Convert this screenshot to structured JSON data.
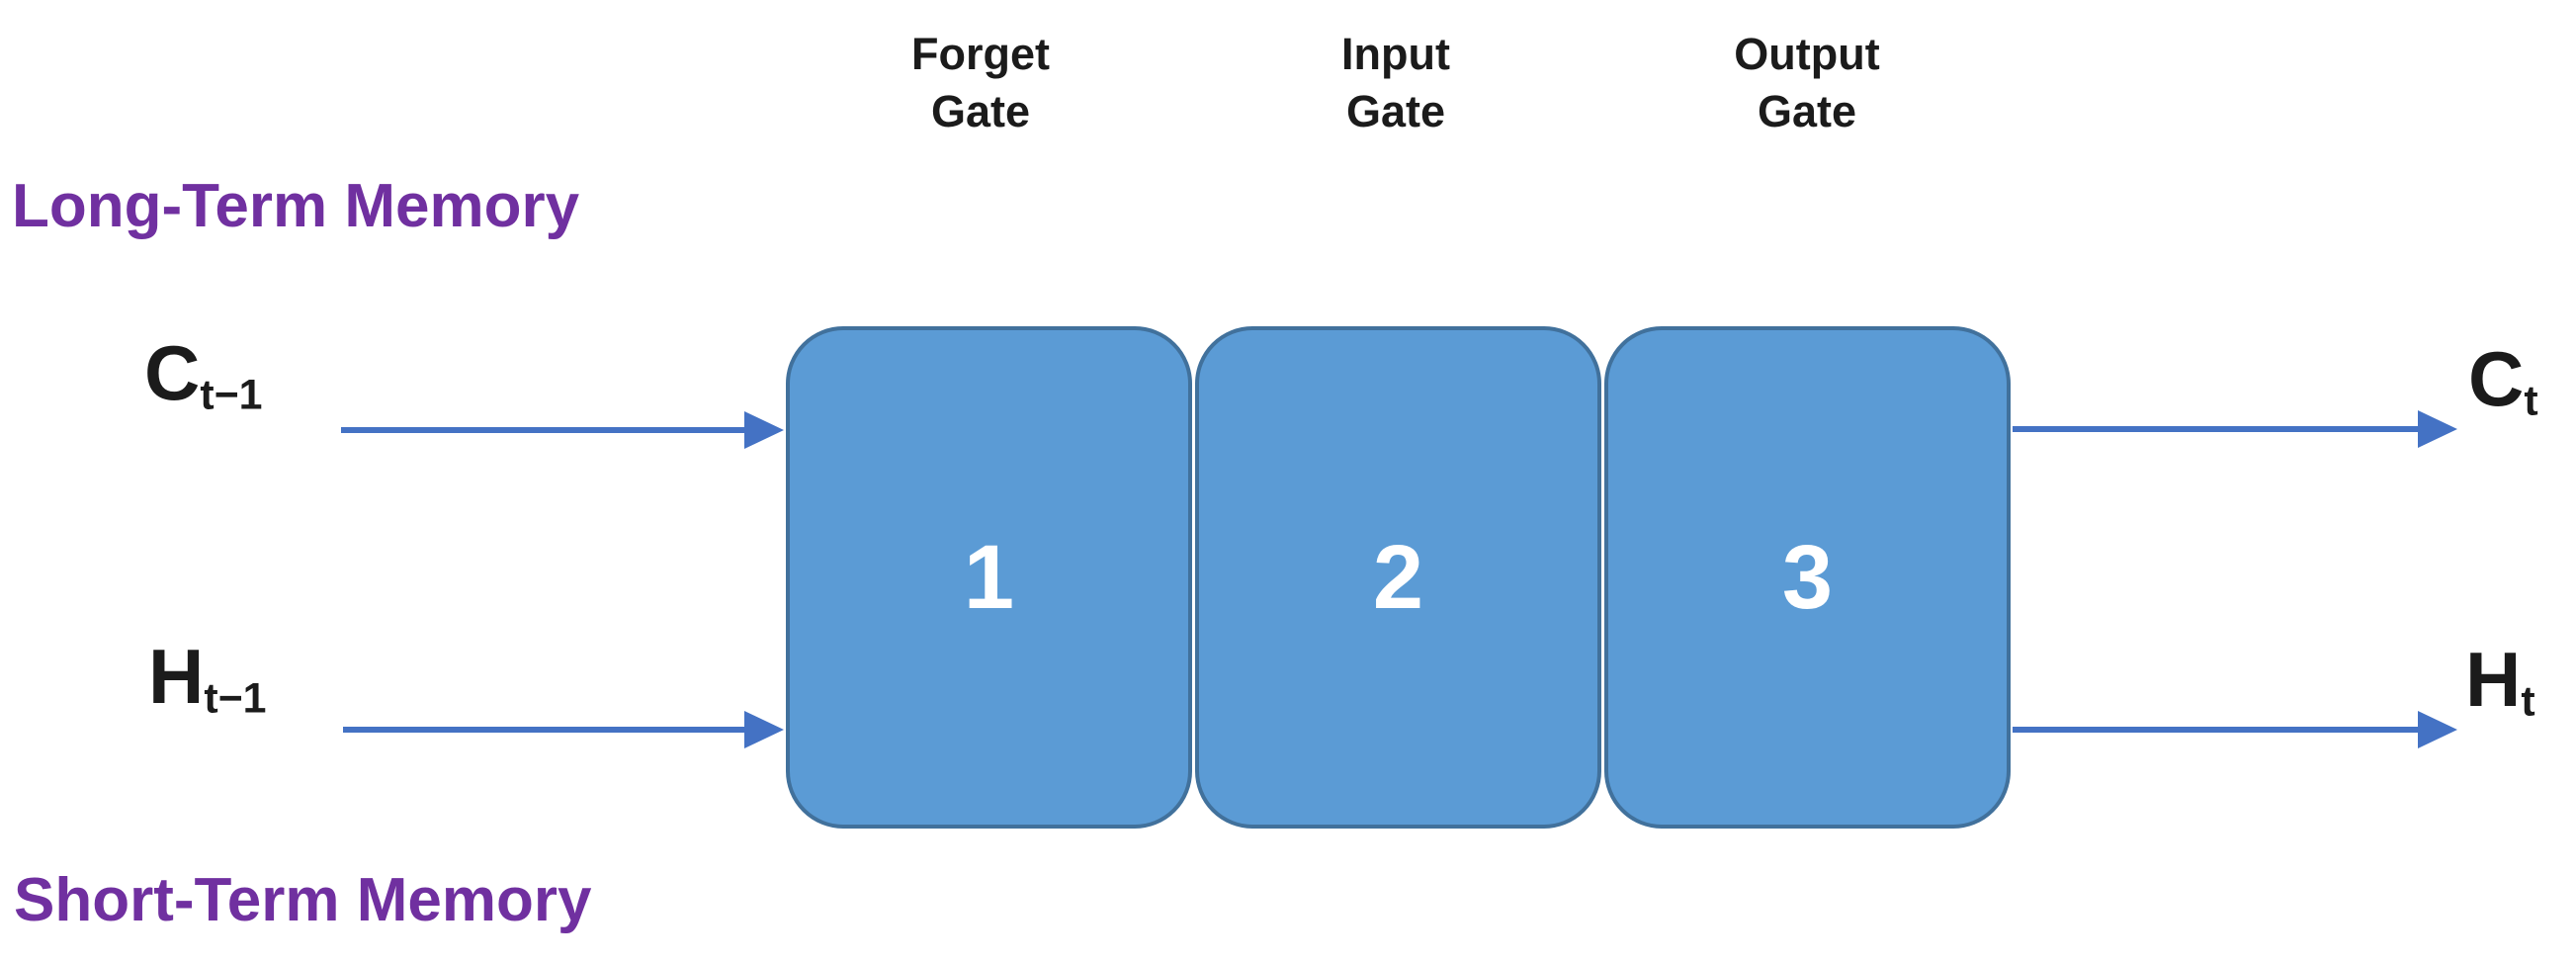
{
  "diagram": {
    "type": "lstm-cell-diagram",
    "long_term_label": "Long-Term Memory",
    "short_term_label": "Short-Term Memory",
    "gates": [
      {
        "header_line1": "Forget",
        "header_line2": "Gate",
        "number": "1"
      },
      {
        "header_line1": "Input",
        "header_line2": "Gate",
        "number": "2"
      },
      {
        "header_line1": "Output",
        "header_line2": "Gate",
        "number": "3"
      }
    ],
    "inputs": {
      "cell_state": {
        "base": "C",
        "sub": "t−1"
      },
      "hidden_state": {
        "base": "H",
        "sub": "t−1"
      }
    },
    "outputs": {
      "cell_state": {
        "base": "C",
        "sub": "t"
      },
      "hidden_state": {
        "base": "H",
        "sub": "t"
      }
    },
    "colors": {
      "box_fill": "#5b9bd5",
      "box_border": "#41719c",
      "arrow_blue": "#4472c4",
      "label_purple": "#7030a0",
      "text_black": "#1b1b1b",
      "number_white": "#ffffff"
    }
  }
}
